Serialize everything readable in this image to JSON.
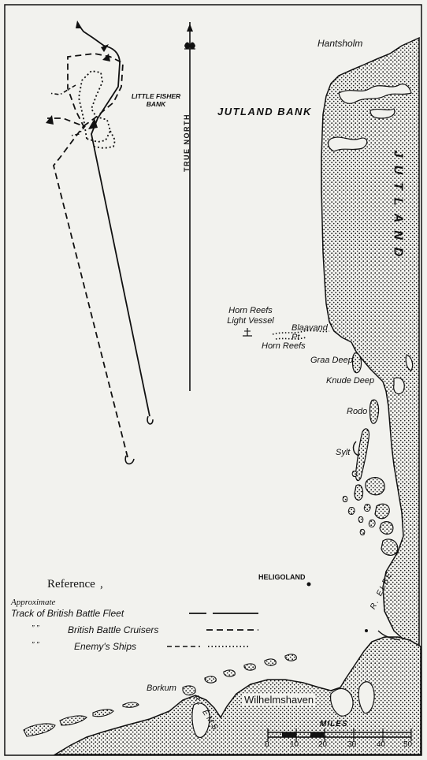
{
  "labels": {
    "hantsholm": "Hantsholm",
    "little_fisher_bank": "LITTLE FISHER BANK",
    "jutland_bank": "JUTLAND BANK",
    "true_north": "TRUE NORTH",
    "jutland": "JUTLAND",
    "horn_reefs_light_vessel": "Horn Reefs Light Vessel",
    "blaavand_pt": "Blaavand Pt",
    "horn_reefs": "Horn Reefs",
    "graa_deep": "Graa Deep",
    "knude_deep": "Knude Deep",
    "rodo": "Rodo",
    "sylt": "Sylt",
    "heligoland": "HELIGOLAND",
    "r_elbe": "R. ELBE",
    "borkum": "Borkum",
    "r_ems": "R. EMS",
    "wilhelmshaven": "Wilhelmshaven"
  },
  "legend": {
    "title": "Reference",
    "approx": "Approximate",
    "rows": [
      {
        "prefix": "",
        "text": "Track of British Battle Fleet",
        "style": "solid"
      },
      {
        "prefix": "” ”",
        "text": "British Battle Cruisers",
        "style": "dashed"
      },
      {
        "prefix": "” ”",
        "text": "Enemy's Ships",
        "style": "dash-dot"
      }
    ]
  },
  "scale": {
    "title": "MILES",
    "ticks": [
      "0",
      "10",
      "20",
      "30",
      "40",
      "50"
    ]
  },
  "colors": {
    "paper": "#f2f2ee",
    "ink": "#111111",
    "land_stipple": "#1a1a1a"
  }
}
